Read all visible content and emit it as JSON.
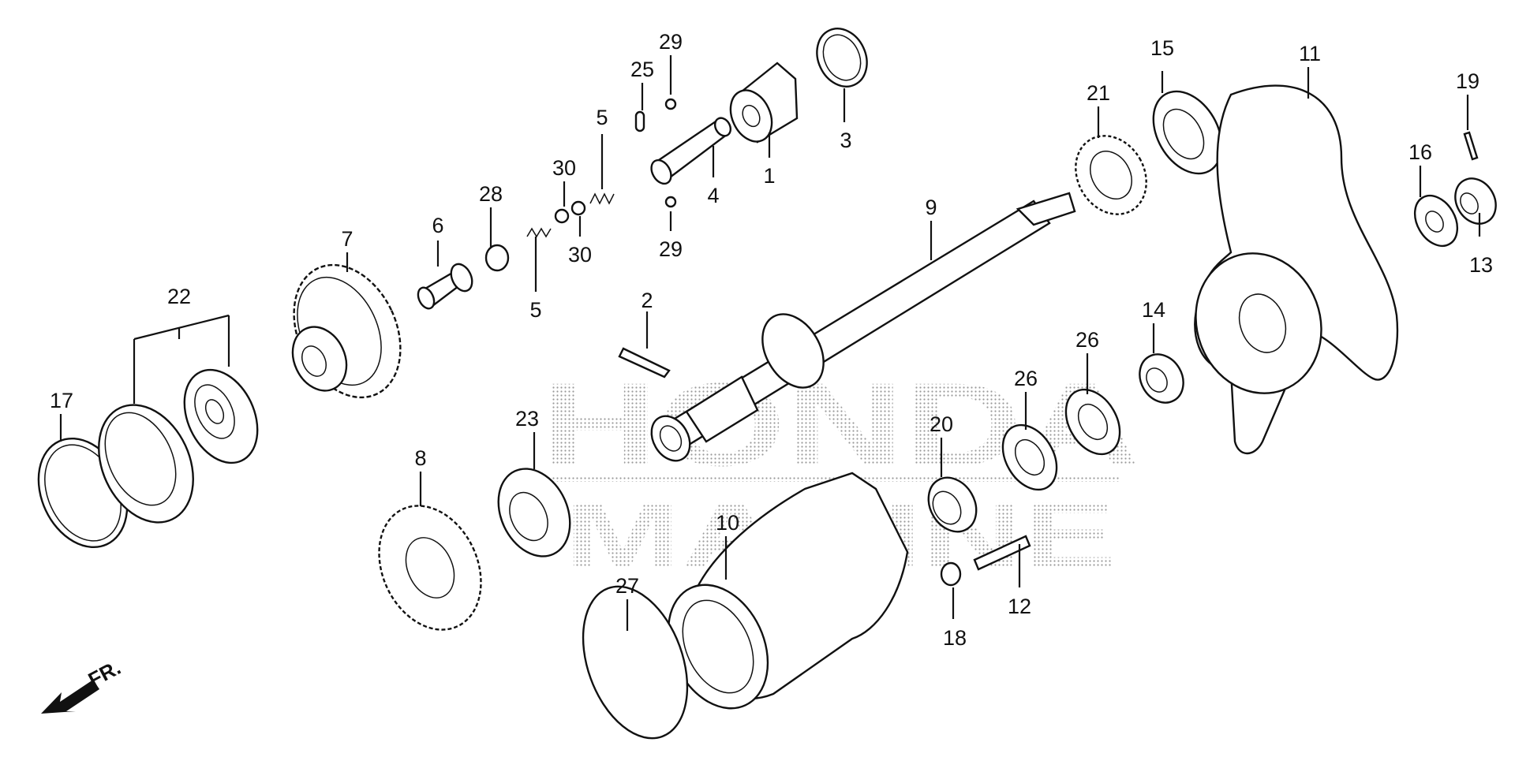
{
  "watermark": {
    "line1": "HONDA",
    "line2": "MARINE"
  },
  "direction_label": "FR.",
  "callouts": {
    "c1": "1",
    "c2": "2",
    "c3": "3",
    "c4": "4",
    "c5a": "5",
    "c5b": "5",
    "c6": "6",
    "c7": "7",
    "c8": "8",
    "c9": "9",
    "c10": "10",
    "c11": "11",
    "c12": "12",
    "c13": "13",
    "c14": "14",
    "c15": "15",
    "c16": "16",
    "c17": "17",
    "c18": "18",
    "c19": "19",
    "c20": "20",
    "c21": "21",
    "c22": "22",
    "c23": "23",
    "c25": "25",
    "c26a": "26",
    "c26b": "26",
    "c27": "27",
    "c28": "28",
    "c29a": "29",
    "c29b": "29",
    "c30a": "30",
    "c30b": "30"
  }
}
